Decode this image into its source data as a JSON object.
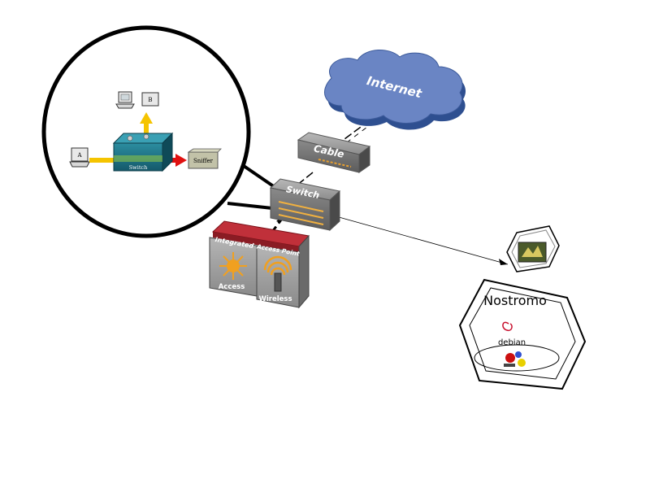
{
  "nodes": {
    "internet": {
      "label": "Internet",
      "color": "#6a85c4"
    },
    "cable": {
      "label": "Cable"
    },
    "switch": {
      "label": "Switch"
    },
    "access_point": {
      "left_label_top": "Integrated",
      "left_label_bottom": "Access",
      "right_label_top": "Access Point",
      "right_label_bottom": "Wireless",
      "roof_color": "#c0303a"
    },
    "server": {
      "label": "Nostromo",
      "os_label": "debian"
    }
  },
  "zoom_inset": {
    "host_a": "A",
    "host_b": "B",
    "switch": "Switch",
    "sniffer": "Sniffer",
    "arrow_colors": {
      "yellow": "#f5c400",
      "red": "#e01010"
    }
  }
}
